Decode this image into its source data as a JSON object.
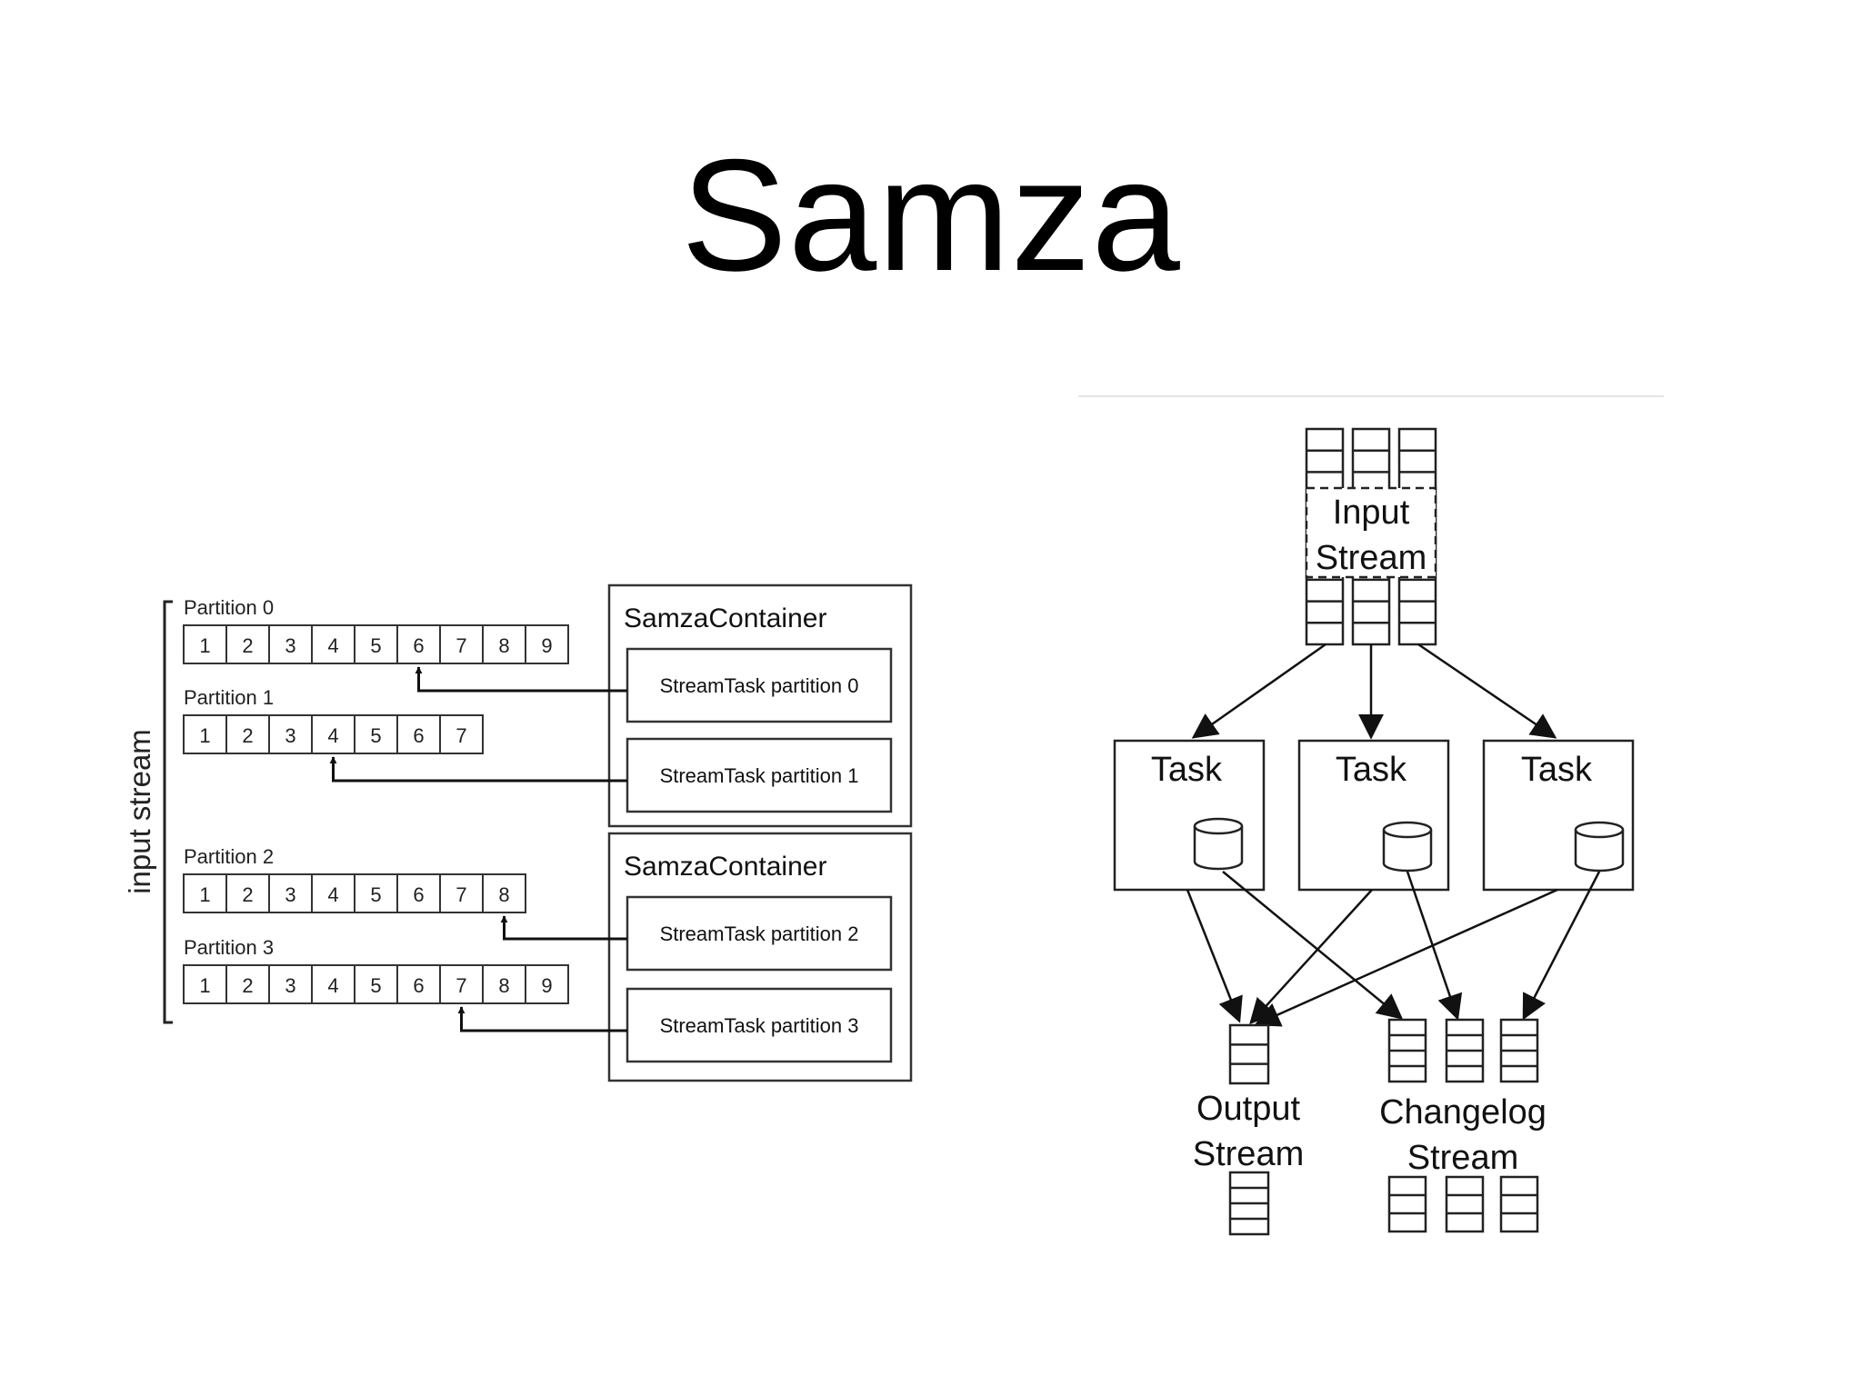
{
  "slide": {
    "title": "Samza"
  },
  "left_diagram": {
    "side_label": "input stream",
    "partitions": [
      {
        "label": "Partition 0",
        "cells": [
          "1",
          "2",
          "3",
          "4",
          "5",
          "6",
          "7",
          "8",
          "9"
        ],
        "pointer_index": 5
      },
      {
        "label": "Partition 1",
        "cells": [
          "1",
          "2",
          "3",
          "4",
          "5",
          "6",
          "7"
        ],
        "pointer_index": 3
      },
      {
        "label": "Partition 2",
        "cells": [
          "1",
          "2",
          "3",
          "4",
          "5",
          "6",
          "7",
          "8"
        ],
        "pointer_index": 7
      },
      {
        "label": "Partition 3",
        "cells": [
          "1",
          "2",
          "3",
          "4",
          "5",
          "6",
          "7",
          "8",
          "9"
        ],
        "pointer_index": 6
      }
    ],
    "containers": [
      {
        "label": "SamzaContainer",
        "tasks": [
          "StreamTask partition 0",
          "StreamTask partition 1"
        ]
      },
      {
        "label": "SamzaContainer",
        "tasks": [
          "StreamTask partition 2",
          "StreamTask partition 3"
        ]
      }
    ]
  },
  "right_diagram": {
    "input_label_1": "Input",
    "input_label_2": "Stream",
    "tasks": [
      "Task",
      "Task",
      "Task"
    ],
    "output_label_1": "Output",
    "output_label_2": "Stream",
    "changelog_label_1": "Changelog",
    "changelog_label_2": "Stream"
  }
}
